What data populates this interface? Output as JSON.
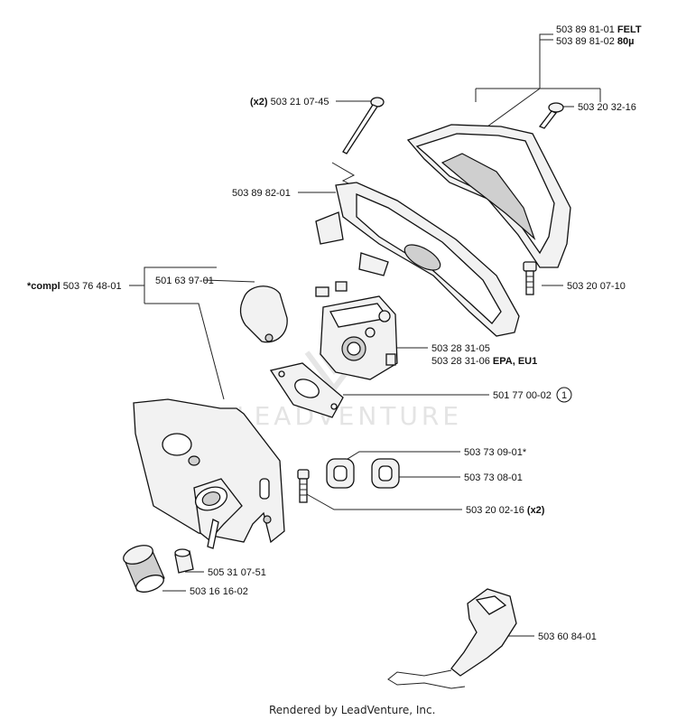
{
  "watermark": "LEADVENTURE",
  "footer": "Rendered by LeadVenture, Inc.",
  "callout_number": "1",
  "labels": {
    "felt": {
      "num": "503 89 81-01",
      "suffix": "FELT"
    },
    "micro": {
      "num": "503 89 81-02",
      "suffix": "80µ"
    },
    "screw_top_left": {
      "prefix": "(x2)",
      "num": "503 21 07-45"
    },
    "screw_top_right": {
      "num": "503 20 32-16"
    },
    "gasket_plate": {
      "num": "503 89 82-01"
    },
    "compl": {
      "prefix": "*compl",
      "num": "503 76 48-01"
    },
    "filter": {
      "num": "501 63 97-01"
    },
    "bolt_right": {
      "num": "503 20 07-10"
    },
    "carb_1": {
      "num": "503 28 31-05"
    },
    "carb_2": {
      "num": "503 28 31-06",
      "suffix": "EPA, EU1"
    },
    "gasket": {
      "num": "501 77 00-02"
    },
    "grommet_1": {
      "num": "503 73 09-01*"
    },
    "grommet_2": {
      "num": "503 73 08-01"
    },
    "bolt_small": {
      "num": "503 20 02-16",
      "suffix": "(x2)"
    },
    "bushing": {
      "num": "505 31 07-51"
    },
    "sleeve": {
      "num": "503 16 16-02"
    },
    "throttle_rod": {
      "num": "503 60 84-01"
    }
  }
}
